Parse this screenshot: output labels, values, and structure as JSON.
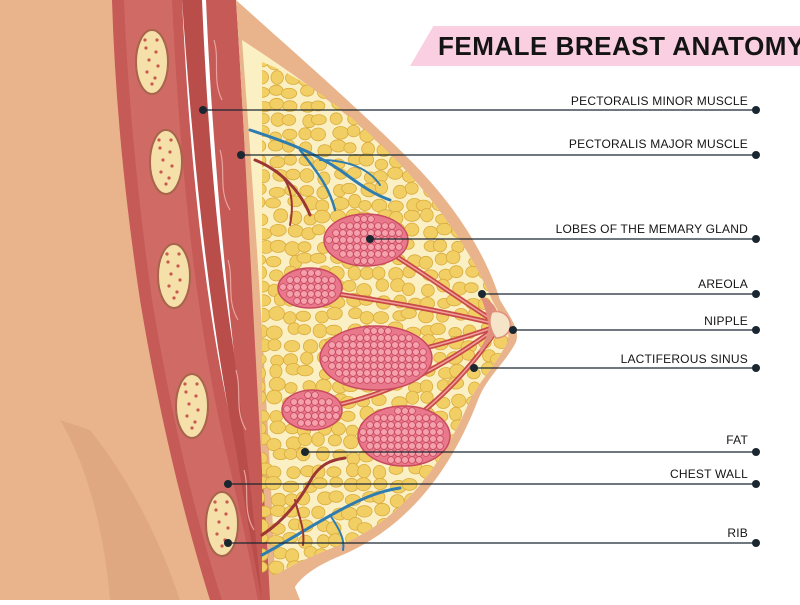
{
  "title": "FEMALE BREAST ANATOMY",
  "labels": [
    "PECTORALIS  MINOR  MUSCLE",
    "PECTORALIS  MAJOR  MUSCLE",
    "LOBES OF THE MEMARY GLAND",
    "AREOLA",
    "NIPPLE",
    "LACTIFEROUS SINUS",
    "FAT",
    "CHEST WALL",
    "RIB"
  ],
  "colors": {
    "skin": "#e9b48c",
    "skin_shadow": "#d89e78",
    "muscle": "#c55a57",
    "muscle_dark": "#9c3634",
    "fat_lobule": "#f2cf64",
    "fat_bg": "#fbf0c4",
    "gland": "#e9788c",
    "duct": "#c84a48",
    "vein": "#2f7db0",
    "rib": "#f4e0a8",
    "banner": "#f9cfe1",
    "line": "#1a2630"
  }
}
